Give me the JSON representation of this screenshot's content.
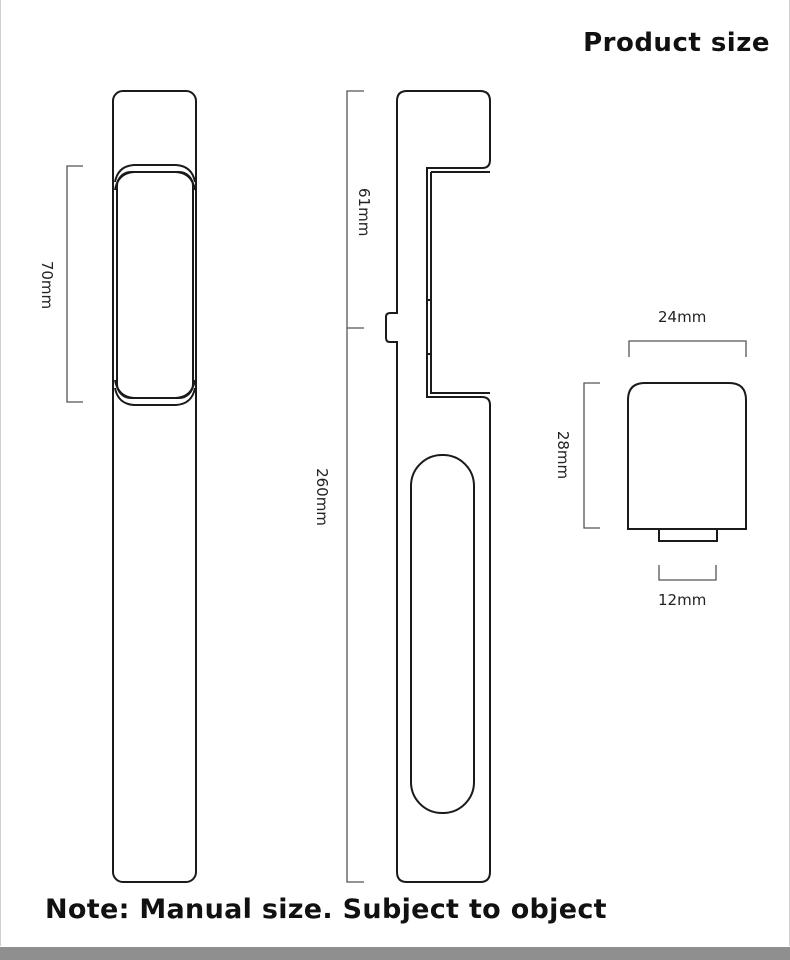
{
  "title": "Product size",
  "note": "Note: Manual size. Subject to object",
  "dimensions": {
    "left_grip_height": "70mm",
    "middle_notch_height": "61mm",
    "total_length": "260mm",
    "cap_width": "24mm",
    "cap_height": "28mm",
    "stem_width": "12mm"
  },
  "colors": {
    "line": "#1a1a1a",
    "dimension_line": "#555555",
    "background": "#ffffff",
    "bottom_bar": "#8f8f8f"
  }
}
